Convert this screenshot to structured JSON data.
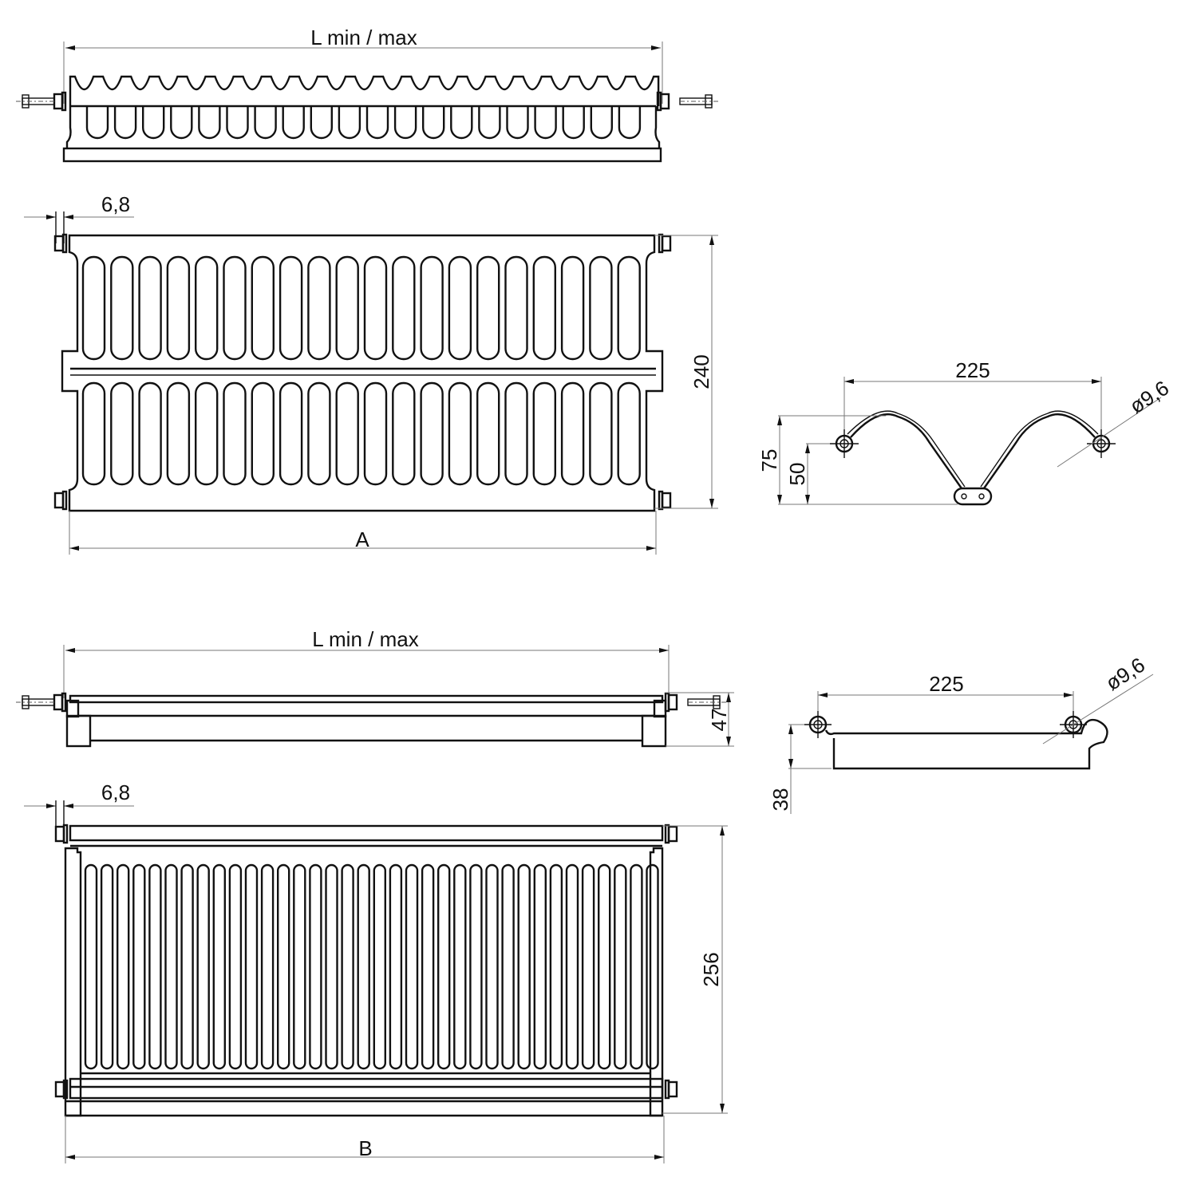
{
  "drawing": {
    "top_elevation": {
      "length_label": "L min / max"
    },
    "upper_plan": {
      "offset_label": "6,8",
      "depth_label": "240",
      "width_label": "A",
      "slot_count": 20
    },
    "upper_profile": {
      "spacing_label": "225",
      "height_label": "75",
      "pivot_height_label": "50",
      "diameter_label": "ø9,6"
    },
    "bottom_elevation": {
      "length_label": "L min / max",
      "height_label": "47"
    },
    "lower_plan": {
      "offset_label": "6,8",
      "depth_label": "256",
      "width_label": "B",
      "slot_count": 36
    },
    "lower_profile": {
      "spacing_label": "225",
      "height_label": "38",
      "diameter_label": "ø9,6"
    }
  }
}
